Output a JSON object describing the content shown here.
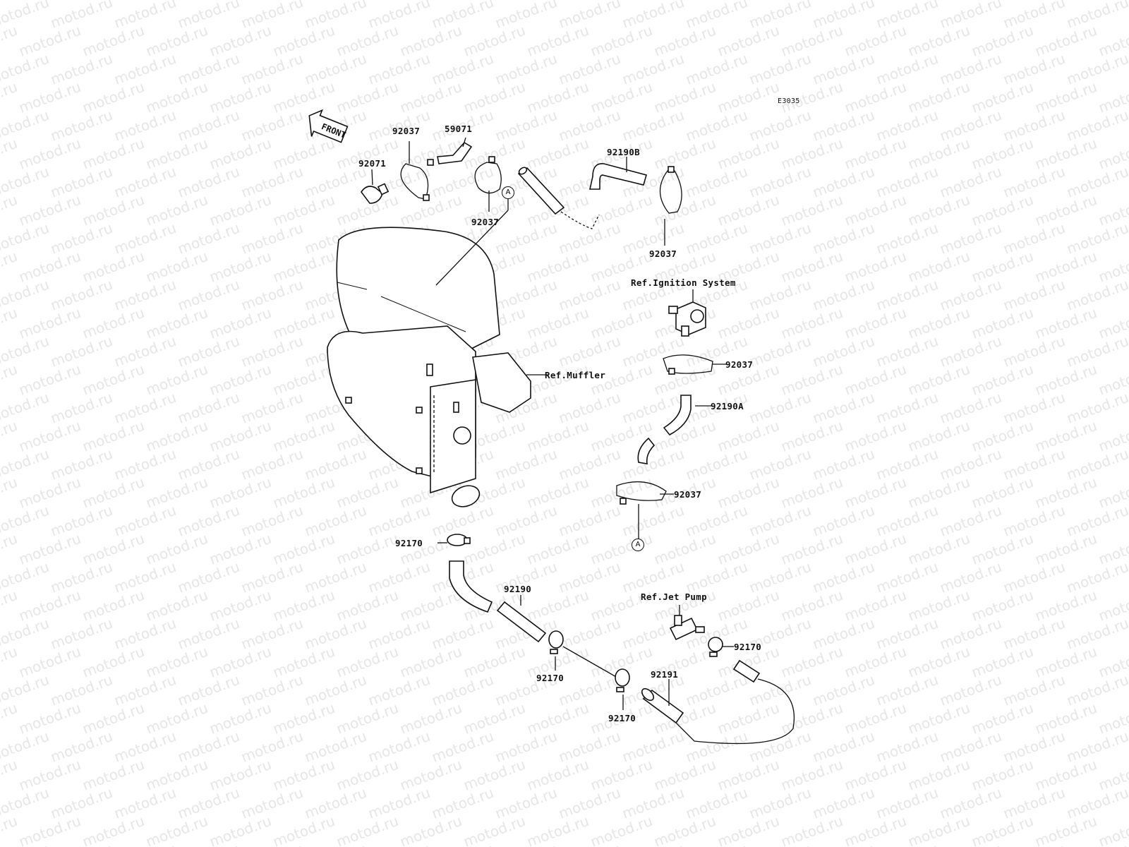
{
  "watermark": "motod.ru",
  "diagram_code": "E3035",
  "front_label": "FRONT",
  "labels": {
    "p92037_a": "92037",
    "p59071": "59071",
    "p92071": "92071",
    "p92037_b": "92037",
    "p92190B": "92190B",
    "p92037_c": "92037",
    "ref_ignition": "Ref.Ignition System",
    "ref_muffler": "Ref.Muffler",
    "p92037_d": "92037",
    "p92190A": "92190A",
    "p92037_e": "92037",
    "p92170_a": "92170",
    "p92190": "92190",
    "ref_jet_pump": "Ref.Jet Pump",
    "p92170_b": "92170",
    "p92170_c": "92170",
    "p92191": "92191",
    "p92170_d": "92170"
  },
  "markers": {
    "a_top": "A",
    "a_bottom": "A"
  },
  "colors": {
    "line": "#111111",
    "watermark": "#e6e6e6",
    "background": "#ffffff"
  }
}
